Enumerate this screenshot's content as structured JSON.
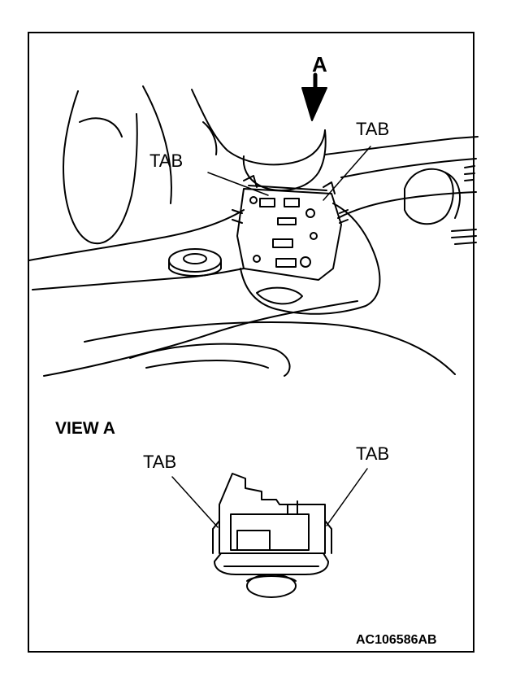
{
  "diagram": {
    "view_arrow_label": "A",
    "main_tab_left_label": "TAB",
    "main_tab_right_label": "TAB",
    "view_title": "VIEW A",
    "view_tab_left_label": "TAB",
    "view_tab_right_label": "TAB",
    "figure_code": "AC106586AB"
  },
  "colors": {
    "ink": "#000000",
    "paper": "#ffffff"
  }
}
